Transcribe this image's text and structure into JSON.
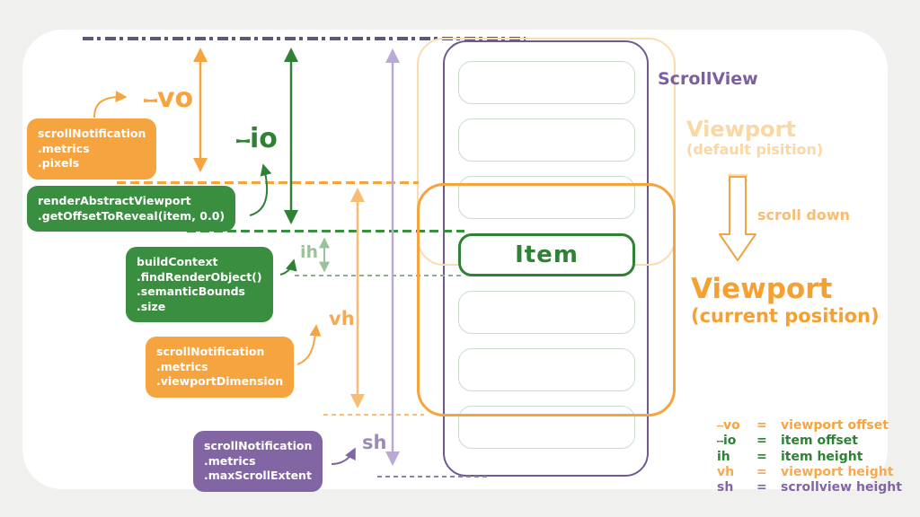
{
  "labels": {
    "viewport_offset": "⧿vo",
    "item_offset": "⧿io",
    "item_height": "ih",
    "viewport_height": "vh",
    "scrollview_height": "sh",
    "scrollview": "ScrollView",
    "item": "Item",
    "viewport_default": {
      "title": "Viewport",
      "subtitle": "(default pisition)"
    },
    "scroll_down": "scroll down",
    "viewport_current": {
      "title": "Viewport",
      "subtitle": "(current position)"
    }
  },
  "code_boxes": [
    {
      "id": "scroll-pixels",
      "color": "orange",
      "lines": [
        "scrollNotification",
        ".metrics",
        ".pixels"
      ]
    },
    {
      "id": "offset-to-reveal",
      "color": "green",
      "lines": [
        "renderAbstractViewport",
        ".getOffsetToReveal(item, 0.0)"
      ]
    },
    {
      "id": "semantic-bounds",
      "color": "green",
      "lines": [
        "buildContext",
        ".findRenderObject()",
        ".semanticBounds",
        ".size"
      ]
    },
    {
      "id": "viewport-dimension",
      "color": "orange",
      "lines": [
        "scrollNotification",
        ".metrics",
        ".viewportDimension"
      ]
    },
    {
      "id": "max-scroll-extent",
      "color": "purple",
      "lines": [
        "scrollNotification",
        ".metrics",
        ".maxScrollExtent"
      ]
    }
  ],
  "legend": {
    "rows": [
      {
        "key": "⧿vo",
        "eq": "=",
        "value": "viewport offset",
        "color": "#F5A43F"
      },
      {
        "key": "⧿io",
        "eq": "=",
        "value": "item offset",
        "color": "#2F8135"
      },
      {
        "key": "ih",
        "eq": "=",
        "value": "item height",
        "color": "#2F8135"
      },
      {
        "key": "vh",
        "eq": "=",
        "value": "viewport height",
        "color": "#F8A94F"
      },
      {
        "key": "sh",
        "eq": "=",
        "value": "scrollview height",
        "color": "#8266A4"
      }
    ]
  },
  "colors": {
    "background": "#F0F0EE",
    "canvas": "#FFFFFF",
    "orange": "#F5A43F",
    "light_orange": "#F8BC72",
    "pale_orange": "#FBD7A4",
    "green": "#3A8E3F",
    "dark_green": "#2F8135",
    "light_green": "#9CC29C",
    "item_outline": "#CBDCCA",
    "purple": "#8266A4",
    "scrollview_border": "#6F5A94",
    "light_purple": "#B9A9D4",
    "dashdot_line": "#5F5878"
  }
}
